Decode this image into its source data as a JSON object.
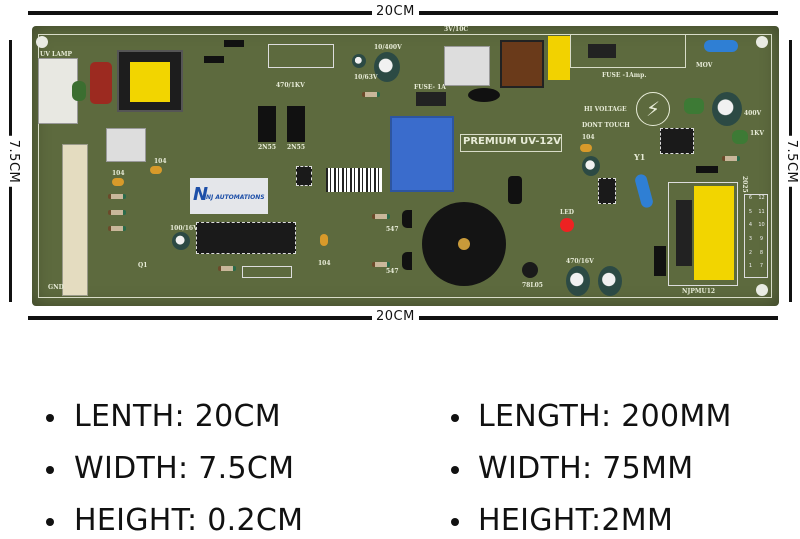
{
  "dimensions": {
    "top_length": "20CM",
    "bottom_length": "20CM",
    "left_width": "7.5CM",
    "right_width": "7.5CM"
  },
  "board": {
    "color": "#5d6a3e",
    "labels": {
      "uv_lamp": "UV LAMP",
      "gnd": "GND",
      "premium": "PREMIUM UV-12V",
      "hi_voltage": "HI VOLTAGE",
      "dont_touch": "DONT TOUCH",
      "fuse_1amp": "FUSE -1Amp.",
      "fuse_1a": "FUSE- 1A",
      "mov": "MOV",
      "y1": "Y1",
      "led": "LED",
      "q1": "Q1",
      "c104a": "104",
      "c104b": "104",
      "c104c": "104",
      "c104d": "104",
      "t547a": "547",
      "t547b": "547",
      "reg": "78L05",
      "tr1": "2N55",
      "tr2": "2N55",
      "cap1": "10/400V",
      "cap2": "10/63V",
      "cap3": "470/1KV",
      "cap4": "470/16V",
      "cap5": "100/16V",
      "cap6": "400V",
      "cap7": "1KV",
      "model": "NJPMU12",
      "year": "2025",
      "pins": [
        "1",
        "2",
        "3",
        "4",
        "5",
        "6",
        "7",
        "8",
        "9",
        "10",
        "11",
        "12"
      ],
      "mov_top": "3V/10C"
    },
    "logo": {
      "brand": "NJ AUTOMATIONS",
      "accent": "#1d4fa8"
    }
  },
  "specs": {
    "left": [
      "LENTH: 20CM",
      "WIDTH: 7.5CM",
      "HEIGHT: 0.2CM"
    ],
    "right": [
      "LENGTH: 200MM",
      "WIDTH: 75MM",
      "HEIGHT:2MM"
    ]
  }
}
